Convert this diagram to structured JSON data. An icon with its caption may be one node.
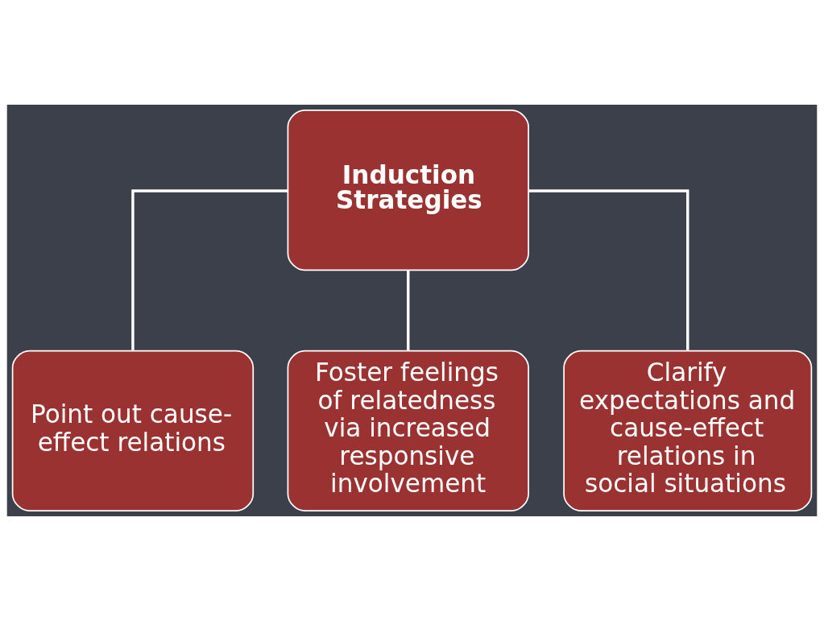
{
  "diagram": {
    "nodes": [
      {
        "text": [
          "Induction Strategies"
        ]
      },
      {
        "text": [
          "Point out cause-effect relations"
        ]
      },
      {
        "text": [
          "Foster feelings of relatedness via increased responsive involvement"
        ]
      },
      {
        "text": [
          "Clarify expectations and cause-effect relations in social situations"
        ]
      }
    ],
    "edges": [
      {
        "from": 0,
        "to": 1,
        "arrow": "none"
      },
      {
        "from": 0,
        "to": 2,
        "arrow": "none"
      },
      {
        "from": 0,
        "to": 3,
        "arrow": "none"
      }
    ]
  }
}
